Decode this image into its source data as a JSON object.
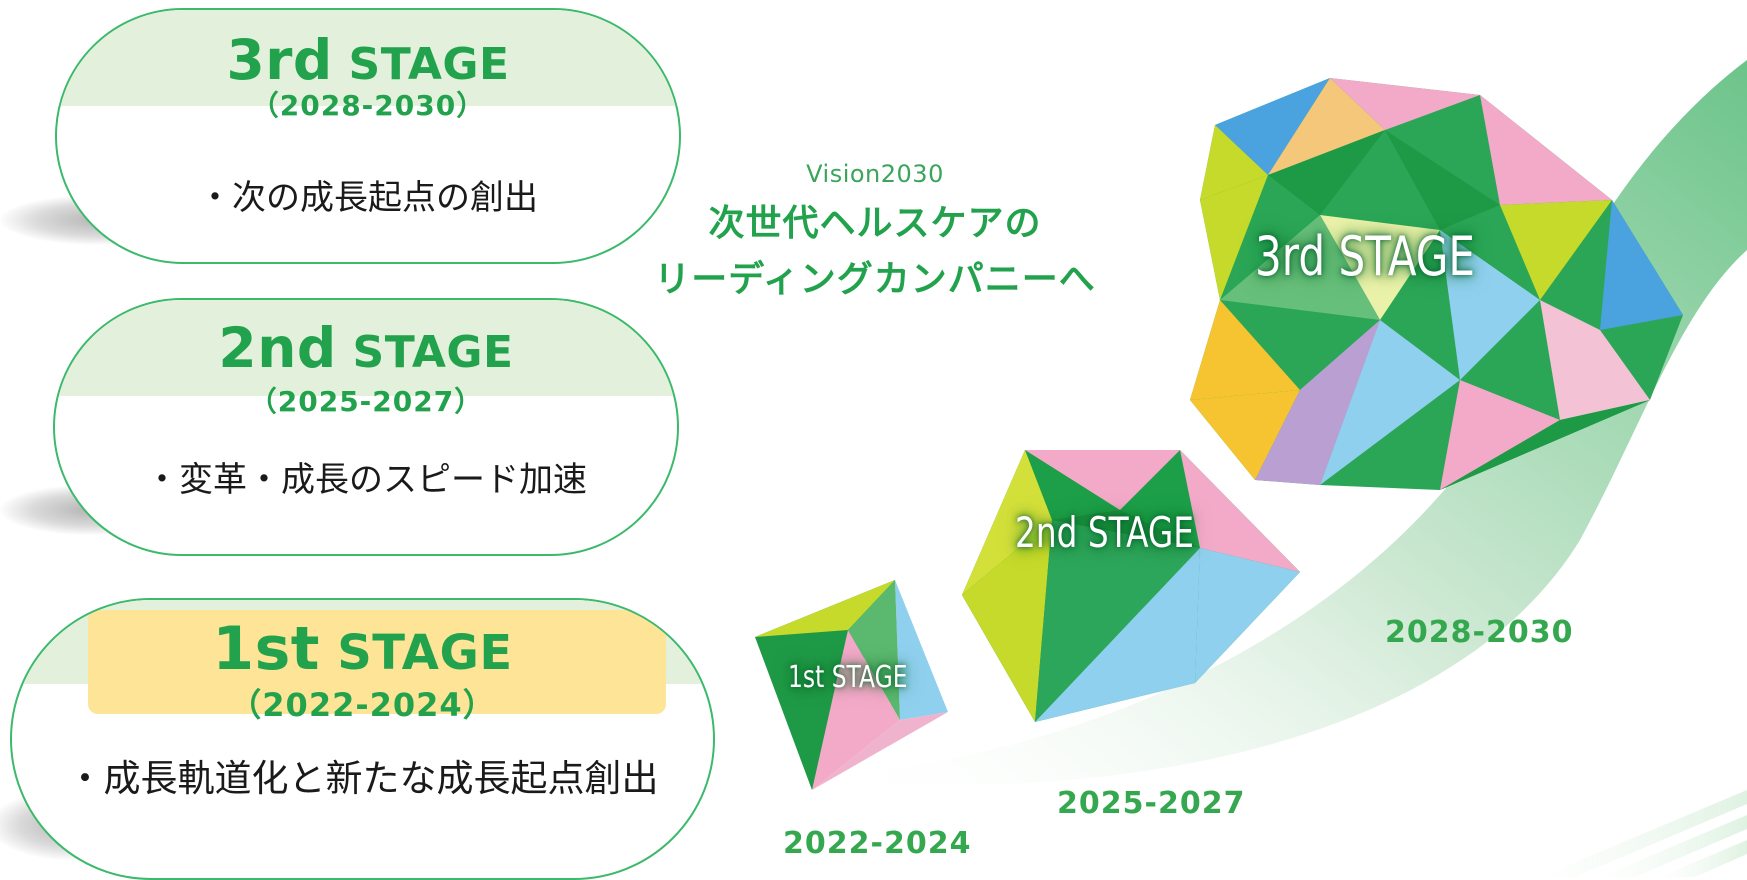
{
  "stages": [
    {
      "number": "3rd",
      "word": "STAGE",
      "years": "（2028-2030）",
      "description": "・次の成長起点の創出"
    },
    {
      "number": "2nd",
      "word": "STAGE",
      "years": "（2025-2027）",
      "description": "・変革・成長のスピード加速"
    },
    {
      "number": "1st",
      "word": "STAGE",
      "years": "（2022-2024）",
      "description": "・成長軌道化と新たな成長起点創出"
    }
  ],
  "vision": {
    "label": "Vision2030",
    "line1": "次世代ヘルスケアの",
    "line2": "リーディングカンパニーへ"
  },
  "gems": [
    {
      "label": "1st STAGE",
      "year": "2022-2024"
    },
    {
      "label": "2nd STAGE",
      "year": "2025-2027"
    },
    {
      "label": "3rd STAGE",
      "year": "2028-2030"
    }
  ],
  "colors": {
    "brand_green": "#23a24d",
    "pill_border": "#3cb96b",
    "pill_band": "#e3f1dc",
    "highlight": "#fde496"
  }
}
